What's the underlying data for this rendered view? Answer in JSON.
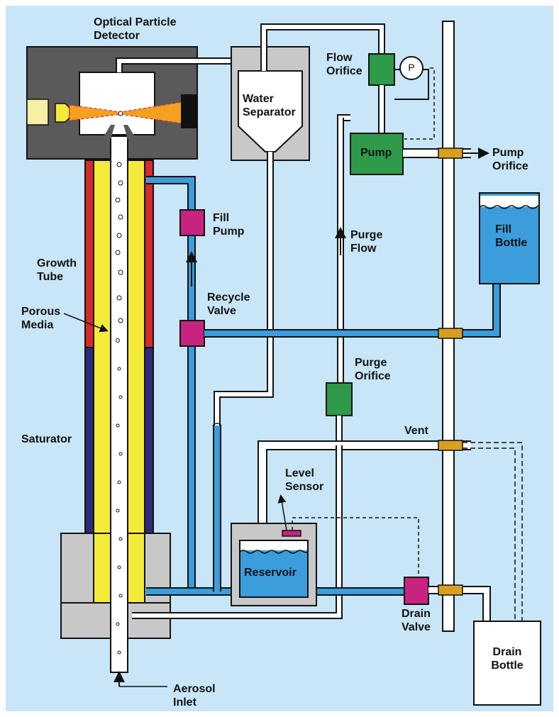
{
  "colors": {
    "background": "#c8e6f7",
    "housing": "#c8c8c8",
    "detector_housing": "#5a5a5a",
    "water": "#3c9ddc",
    "growth_tube": "#d42b2b",
    "saturator": "#2d2a78",
    "porous_media": "#f4ea3a",
    "pump": "#2e9a4a",
    "valve": "#c8237e",
    "orifice": "#d9a020"
  },
  "labels": {
    "optical_detector": [
      "Optical Particle",
      "Detector"
    ],
    "water_separator": [
      "Water",
      "Separator"
    ],
    "flow_orifice": [
      "Flow",
      "Orifice"
    ],
    "pressure_gauge": "P",
    "pump": "Pump",
    "pump_orifice": [
      "Pump",
      "Orifice"
    ],
    "fill_pump": [
      "Fill",
      "Pump"
    ],
    "purge_flow": [
      "Purge",
      "Flow"
    ],
    "fill_bottle": [
      "Fill",
      "Bottle"
    ],
    "growth_tube": [
      "Growth",
      "Tube"
    ],
    "recycle_valve": [
      "Recycle",
      "Valve"
    ],
    "porous_media": [
      "Porous",
      "Media"
    ],
    "purge_orifice": [
      "Purge",
      "Orifice"
    ],
    "saturator": "Saturator",
    "vent": "Vent",
    "level_sensor": [
      "Level",
      "Sensor"
    ],
    "reservoir": "Reservoir",
    "drain_valve": [
      "Drain",
      "Valve"
    ],
    "drain_bottle": [
      "Drain",
      "Bottle"
    ],
    "aerosol_inlet": [
      "Aerosol",
      "Inlet"
    ]
  }
}
